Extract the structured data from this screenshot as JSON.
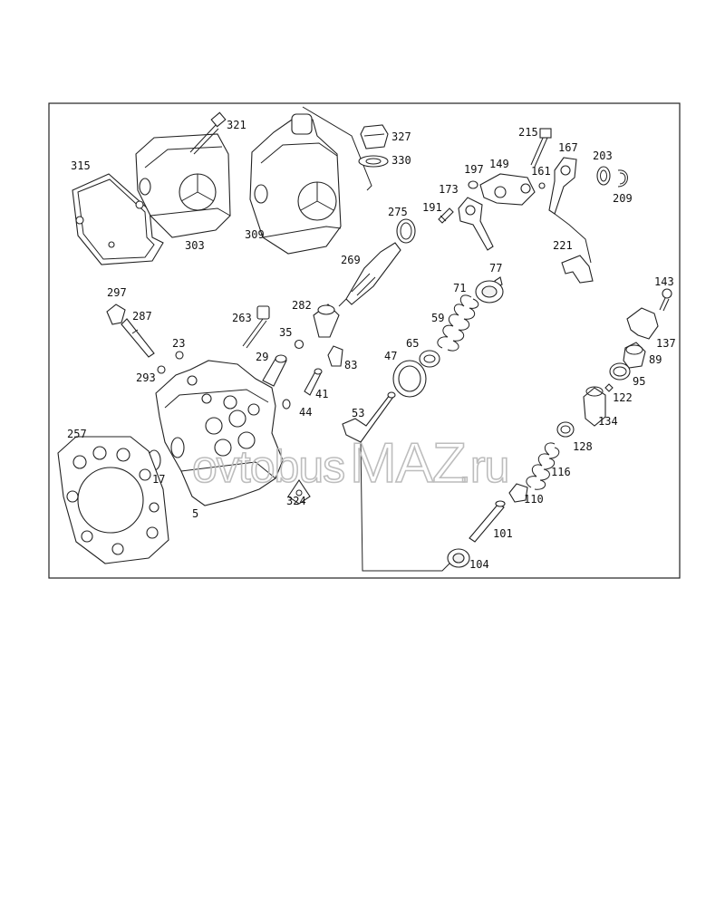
{
  "diagram": {
    "labels": [
      {
        "id": "315",
        "text": "315"
      },
      {
        "id": "303",
        "text": "303"
      },
      {
        "id": "321",
        "text": "321"
      },
      {
        "id": "309",
        "text": "309"
      },
      {
        "id": "327",
        "text": "327"
      },
      {
        "id": "330",
        "text": "330"
      },
      {
        "id": "215",
        "text": "215"
      },
      {
        "id": "167",
        "text": "167"
      },
      {
        "id": "203",
        "text": "203"
      },
      {
        "id": "209",
        "text": "209"
      },
      {
        "id": "197",
        "text": "197"
      },
      {
        "id": "149",
        "text": "149"
      },
      {
        "id": "161",
        "text": "161"
      },
      {
        "id": "173",
        "text": "173"
      },
      {
        "id": "191",
        "text": "191"
      },
      {
        "id": "275",
        "text": "275"
      },
      {
        "id": "221",
        "text": "221"
      },
      {
        "id": "269",
        "text": "269"
      },
      {
        "id": "77",
        "text": "77"
      },
      {
        "id": "71",
        "text": "71"
      },
      {
        "id": "143",
        "text": "143"
      },
      {
        "id": "297",
        "text": "297"
      },
      {
        "id": "287",
        "text": "287"
      },
      {
        "id": "282",
        "text": "282"
      },
      {
        "id": "263",
        "text": "263"
      },
      {
        "id": "59",
        "text": "59"
      },
      {
        "id": "35",
        "text": "35"
      },
      {
        "id": "23",
        "text": "23"
      },
      {
        "id": "65",
        "text": "65"
      },
      {
        "id": "137",
        "text": "137"
      },
      {
        "id": "29",
        "text": "29"
      },
      {
        "id": "47",
        "text": "47"
      },
      {
        "id": "83",
        "text": "83"
      },
      {
        "id": "89",
        "text": "89"
      },
      {
        "id": "293",
        "text": "293"
      },
      {
        "id": "95",
        "text": "95"
      },
      {
        "id": "41",
        "text": "41"
      },
      {
        "id": "122",
        "text": "122"
      },
      {
        "id": "53",
        "text": "53"
      },
      {
        "id": "44",
        "text": "44"
      },
      {
        "id": "134",
        "text": "134"
      },
      {
        "id": "257",
        "text": "257"
      },
      {
        "id": "128",
        "text": "128"
      },
      {
        "id": "17",
        "text": "17"
      },
      {
        "id": "116",
        "text": "116"
      },
      {
        "id": "324",
        "text": "324"
      },
      {
        "id": "110",
        "text": "110"
      },
      {
        "id": "5",
        "text": "5"
      },
      {
        "id": "101",
        "text": "101"
      },
      {
        "id": "104",
        "text": "104"
      }
    ]
  },
  "watermark": {
    "part1": "ovtobus",
    "part2": "MAZ",
    "part3": ".ru"
  }
}
